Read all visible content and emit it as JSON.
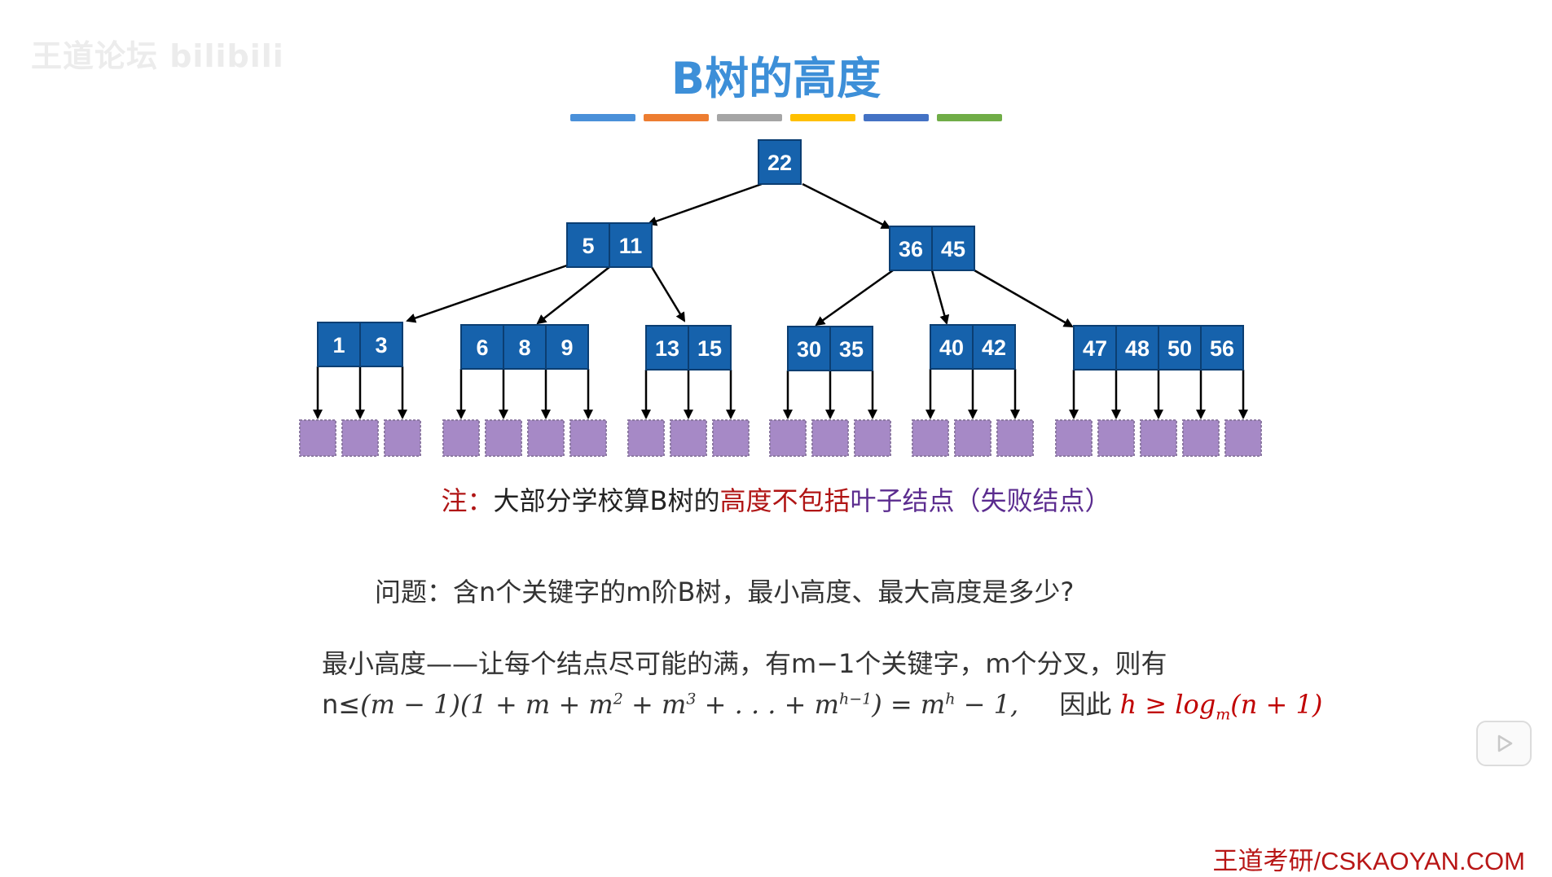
{
  "watermark": "王道论坛 bilibili",
  "title": "B树的高度",
  "color_bar": [
    "#4a90d9",
    "#ed7d31",
    "#a5a5a5",
    "#ffc000",
    "#4472c4",
    "#70ad47"
  ],
  "tree": {
    "root": [
      "22"
    ],
    "level2": [
      [
        "5",
        "11"
      ],
      [
        "36",
        "45"
      ]
    ],
    "level3": [
      [
        "1",
        "3"
      ],
      [
        "6",
        "8",
        "9"
      ],
      [
        "13",
        "15"
      ],
      [
        "30",
        "35"
      ],
      [
        "40",
        "42"
      ],
      [
        "47",
        "48",
        "50",
        "56"
      ]
    ]
  },
  "colors": {
    "node_fill": "#1662ac",
    "node_border": "#0b3e72",
    "leaf_fill": "#a689c6",
    "leaf_border": "#8d7aa3"
  },
  "note": {
    "prefix": "注：",
    "text1": "大部分学校算B树的",
    "text2": "高度不包括",
    "text3": "叶子结点（失败结点）"
  },
  "question": "问题：含n个关键字的m阶B树，最小高度、最大高度是多少?",
  "min_height_text": "最小高度——让每个结点尽可能的满，有m−1个关键字，m个分叉，则有",
  "formula": {
    "lead": "n≤",
    "a": "(m − 1)(1 + m + m",
    "sup2": "2",
    "b": " + m",
    "sup3": "3",
    "c": " + . . . + m",
    "suph1": "h−1",
    "d": ") = m",
    "suph": "h",
    "e": " − 1,",
    "therefore": "因此",
    "res_a": "h ≥ log",
    "res_sub": "m",
    "res_b": "(n + 1)"
  },
  "footer": "王道考研/CSKAOYAN.COM"
}
